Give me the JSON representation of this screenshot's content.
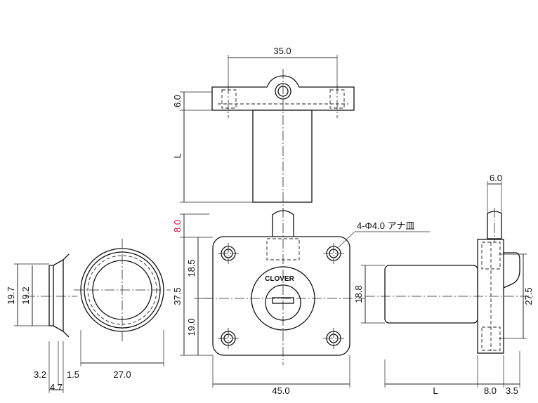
{
  "top_view": {
    "width_label": "35.0",
    "height_label": "6.0",
    "length_label": "L"
  },
  "front_view": {
    "gap_label": "8.0",
    "upper_label": "18.5",
    "lower_label": "19.0",
    "total_height_label": "37.5",
    "width_label": "45.0",
    "hole_callout": "4-Φ4.0 アナ皿",
    "brand_logo": "CLOVER"
  },
  "escutcheon_side": {
    "outer_label": "19.7",
    "inner_label": "19.2",
    "depth_label": "3.2",
    "lip_label": "1.5",
    "total_label": "4.7"
  },
  "escutcheon_front": {
    "diameter_label": "27.0"
  },
  "side_view": {
    "tongue_label": "6.0",
    "cylinder_label": "18.8",
    "height_label": "27.5",
    "length_label": "L",
    "body_label": "8.0",
    "flange_label": "3.5"
  },
  "colors": {
    "line": "#222222",
    "highlight": "#d0103a"
  }
}
